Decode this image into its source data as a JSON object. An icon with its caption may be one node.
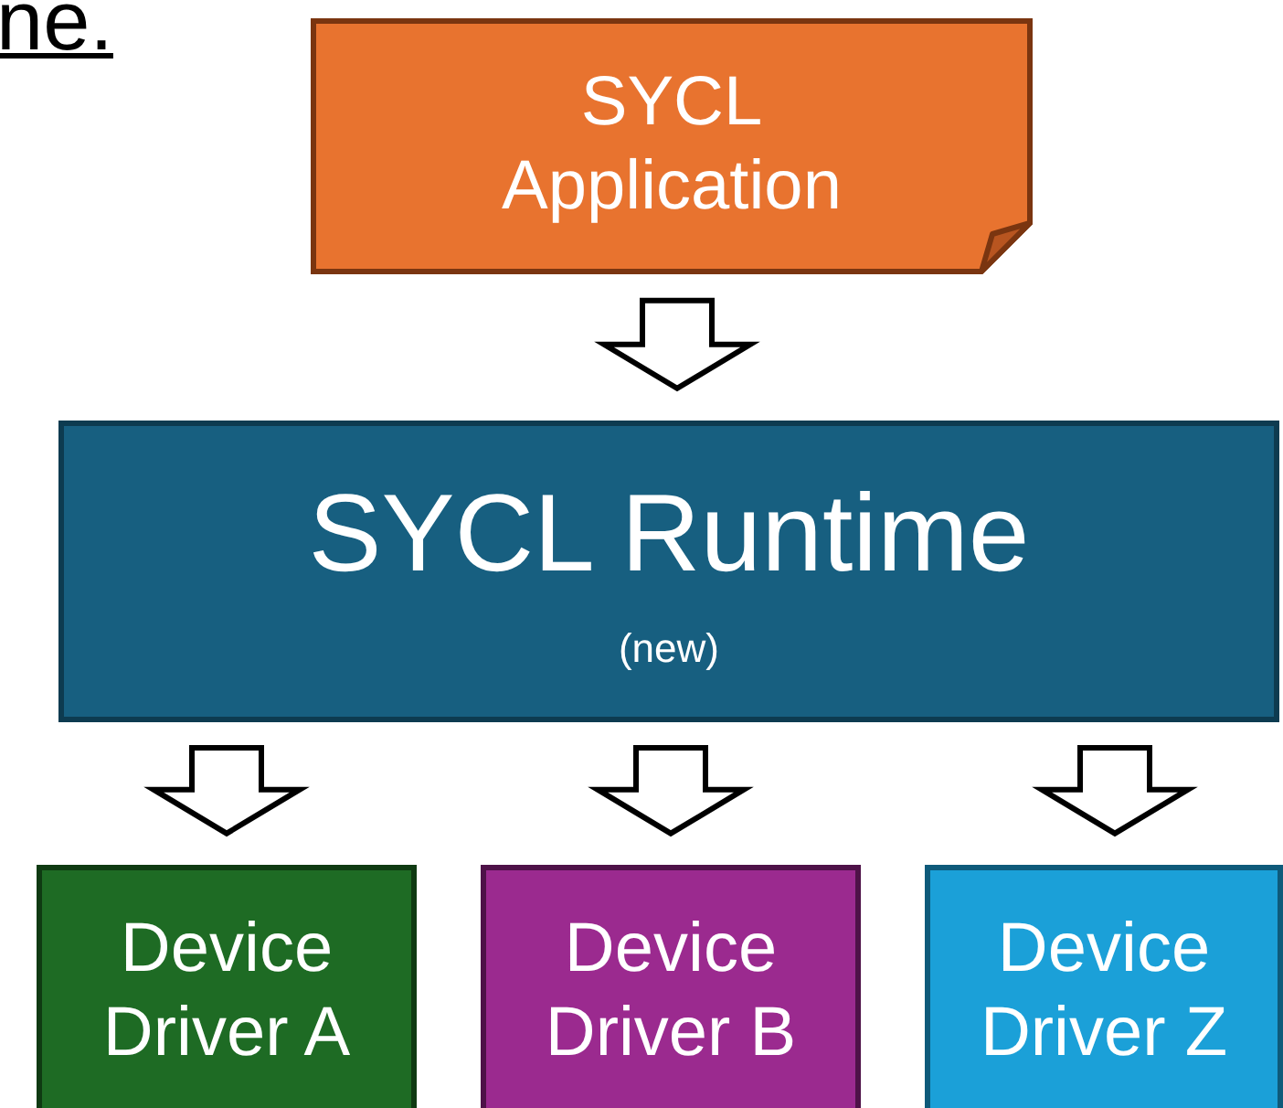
{
  "diagram": {
    "nodes": [
      {
        "text": [
          "SYCL Application"
        ]
      },
      {
        "text": [
          "SYCL Runtime",
          "(new)"
        ]
      },
      {
        "text": [
          "Device Driver A"
        ]
      },
      {
        "text": [
          "Device Driver B"
        ]
      },
      {
        "text": [
          "Device Driver Z"
        ]
      }
    ],
    "edges": [
      {
        "from": 0,
        "to": 1,
        "arrow": "to"
      },
      {
        "from": 1,
        "to": 2,
        "arrow": "to"
      },
      {
        "from": 1,
        "to": 3,
        "arrow": "to"
      },
      {
        "from": 1,
        "to": 4,
        "arrow": "to"
      }
    ],
    "labels": [
      "ne."
    ]
  }
}
